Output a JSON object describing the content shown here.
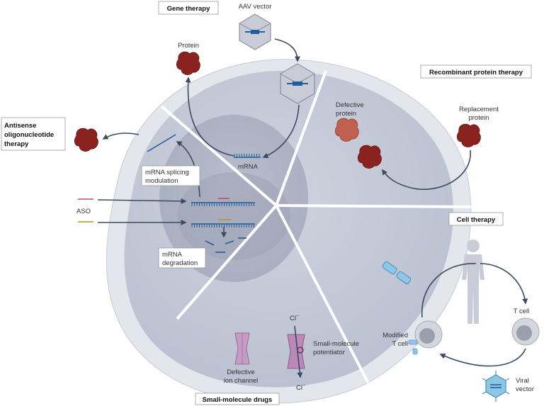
{
  "headers": {
    "gene_therapy": "Gene therapy",
    "recombinant": "Recombinant protein therapy",
    "antisense": [
      "Antisense",
      "oligonucleotide",
      "therapy"
    ],
    "cell_therapy": "Cell therapy",
    "small_molecule": "Small-molecule drugs"
  },
  "labels": {
    "aav_vector": "AAV vector",
    "protein": "Protein",
    "mrna": "mRNA",
    "defective_protein": [
      "Defective",
      "protein"
    ],
    "replacement_protein": [
      "Replacement",
      "protein"
    ],
    "mrna_splicing": [
      "mRNA splicing",
      "modulation"
    ],
    "aso": "ASO",
    "mrna_degradation": [
      "mRNA",
      "degradation"
    ],
    "chloride_top": "Cl",
    "chloride_bottom": "Cl",
    "chloride_charge": "−",
    "small_molecule_potentiator": [
      "Small-molecule",
      "potentiator"
    ],
    "defective_ion_channel": [
      "Defective",
      "ion channel"
    ],
    "t_cell": "T cell",
    "modified_t_cell": [
      "Modified",
      "T cell"
    ],
    "viral_vector": [
      "Viral",
      "vector"
    ]
  },
  "colors": {
    "cell_outer": "#d9dce6",
    "cell_inner": "#c4c8d7",
    "nucleus": "#b1b5c6",
    "protein": "#8a2320",
    "defective_protein": "#c0604f",
    "mrna": "#1f5f9c",
    "aso_pink": "#c0447a",
    "aso_gold": "#b8922a",
    "arrow": "#3d4b61",
    "ion_channel": "#b98ab7",
    "human": "#c9ccd6"
  }
}
